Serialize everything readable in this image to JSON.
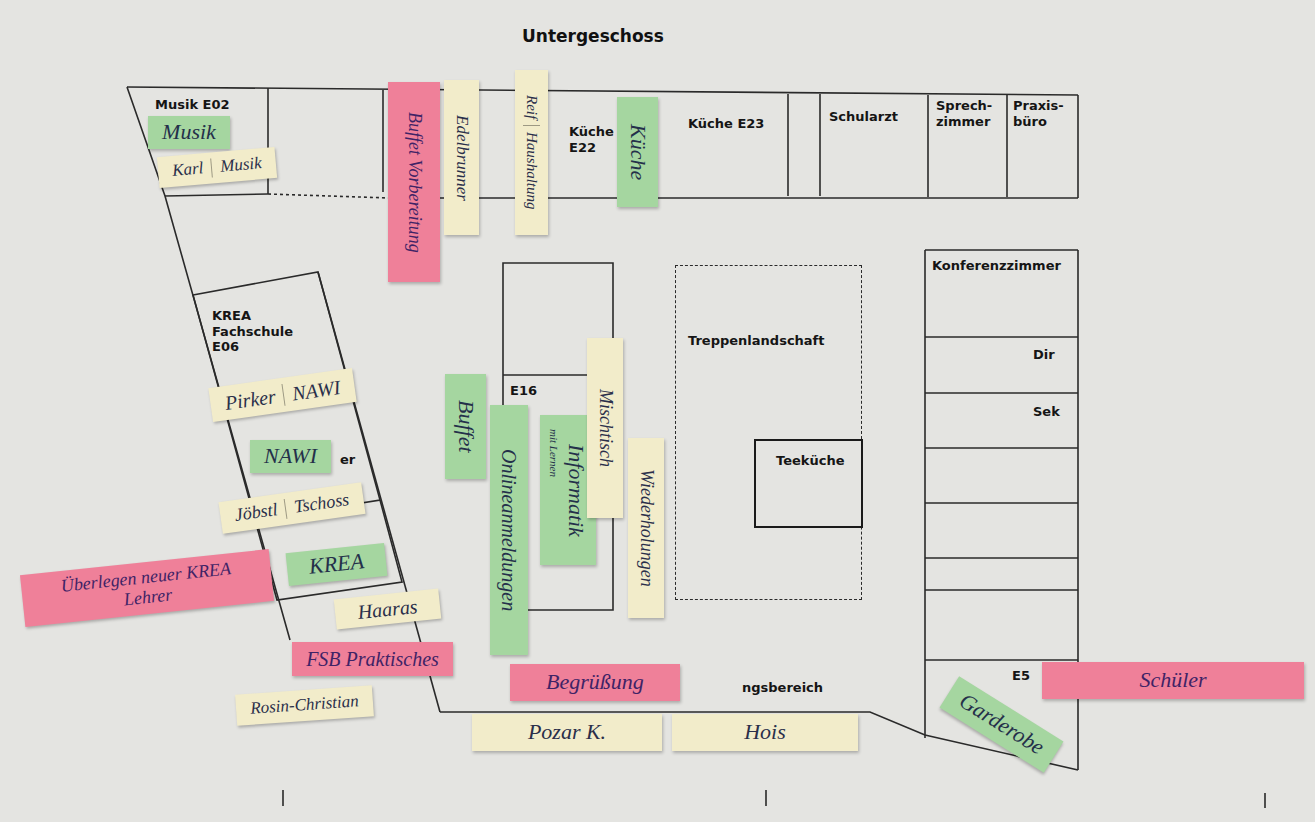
{
  "diagram": {
    "title": "Untergeschoss",
    "nodes": [
      {
        "text": [
          "Musik E02"
        ]
      },
      {
        "text": [
          "Küche E22"
        ]
      },
      {
        "text": [
          "Küche E23"
        ]
      },
      {
        "text": [
          "Schularzt"
        ]
      },
      {
        "text": [
          "Sprech- zimmer"
        ]
      },
      {
        "text": [
          "Praxis- büro"
        ]
      },
      {
        "text": [
          "KREA Fachschule E06"
        ]
      },
      {
        "text": [
          "E16"
        ]
      },
      {
        "text": [
          "Treppenlandschaft"
        ]
      },
      {
        "text": [
          "Teeküche"
        ],
        "in": 8
      },
      {
        "text": [
          "Konferenzzimmer"
        ]
      },
      {
        "text": [
          "Dir"
        ]
      },
      {
        "text": [
          "Sek"
        ]
      },
      {
        "text": [
          "E5"
        ]
      },
      {
        "text": [
          "Musik"
        ]
      },
      {
        "text": [
          "Karl",
          "Musik"
        ]
      },
      {
        "text": [
          "Buffet Vorbereitung"
        ]
      },
      {
        "text": [
          "Edelbrunner"
        ]
      },
      {
        "text": [
          "Reif",
          "Haushaltung"
        ]
      },
      {
        "text": [
          "Küche"
        ]
      },
      {
        "text": [
          "Pirker",
          "NAWI"
        ]
      },
      {
        "text": [
          "Buffet"
        ]
      },
      {
        "text": [
          "Onlineanmeldungen"
        ]
      },
      {
        "text": [
          "Informatik",
          "mit Lernen"
        ]
      },
      {
        "text": [
          "Mischtisch"
        ]
      },
      {
        "text": [
          "Wiederholungen"
        ]
      },
      {
        "text": [
          "NAWI"
        ]
      },
      {
        "text": [
          "Jöbstl",
          "Tschoss"
        ]
      },
      {
        "text": [
          "KREA"
        ]
      },
      {
        "text": [
          "Überlegen neuer KREA Lehrer"
        ]
      },
      {
        "text": [
          "Haaras"
        ]
      },
      {
        "text": [
          "FSB Praktisches"
        ]
      },
      {
        "text": [
          "Rosin-Christian"
        ]
      },
      {
        "text": [
          "Begrüßung"
        ]
      },
      {
        "text": [
          "Pozar K."
        ]
      },
      {
        "text": [
          "Hois"
        ]
      },
      {
        "text": [
          "Garderobe"
        ]
      },
      {
        "text": [
          "Schüler"
        ]
      }
    ],
    "labels": [
      "er",
      "ngsbereich"
    ]
  }
}
